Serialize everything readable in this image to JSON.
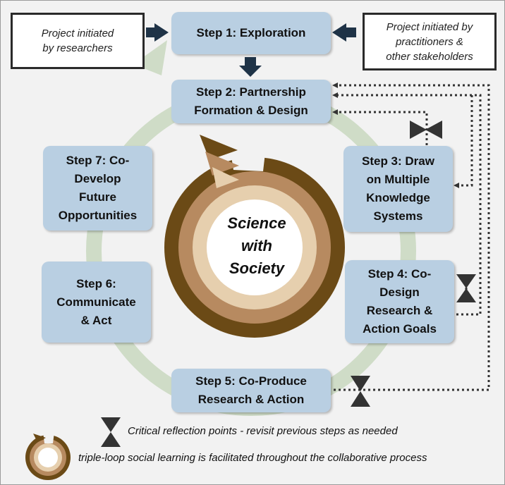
{
  "notes": {
    "researchers": [
      "Project initiated",
      "by researchers"
    ],
    "practitioners": [
      "Project initiated by",
      "practitioners &",
      "other stakeholders"
    ]
  },
  "steps": [
    {
      "lines": [
        "Step 1: Exploration"
      ]
    },
    {
      "lines": [
        "Step 2: Partnership",
        "Formation & Design"
      ]
    },
    {
      "lines": [
        "Step 3: Draw",
        "on Multiple",
        "Knowledge",
        "Systems"
      ]
    },
    {
      "lines": [
        "Step 4: Co-",
        "Design",
        "Research &",
        "Action Goals"
      ]
    },
    {
      "lines": [
        "Step 5: Co-Produce",
        "Research & Action"
      ]
    },
    {
      "lines": [
        "Step 6:",
        "Communicate",
        "& Act"
      ]
    },
    {
      "lines": [
        "Step 7: Co-",
        "Develop",
        "Future",
        "Opportunities"
      ]
    }
  ],
  "center": [
    "Science",
    "with",
    "Society"
  ],
  "legend": {
    "reflection": "Critical reflection points - revisit previous steps as needed",
    "learning": "triple-loop social learning is facilitated throughout the collaborative process"
  },
  "colors": {
    "step_fill": "#b9cfe2",
    "cycle_green": "#cfdcc7",
    "arrow_navy": "#1f3347",
    "ring_outer": "#6b4a16",
    "ring_middle": "#b78a60",
    "ring_inner": "#e6cfae"
  },
  "icons": [
    "hourglass-icon",
    "triple-loop-icon",
    "arrow-right-icon",
    "arrow-left-icon",
    "arrow-down-icon"
  ]
}
